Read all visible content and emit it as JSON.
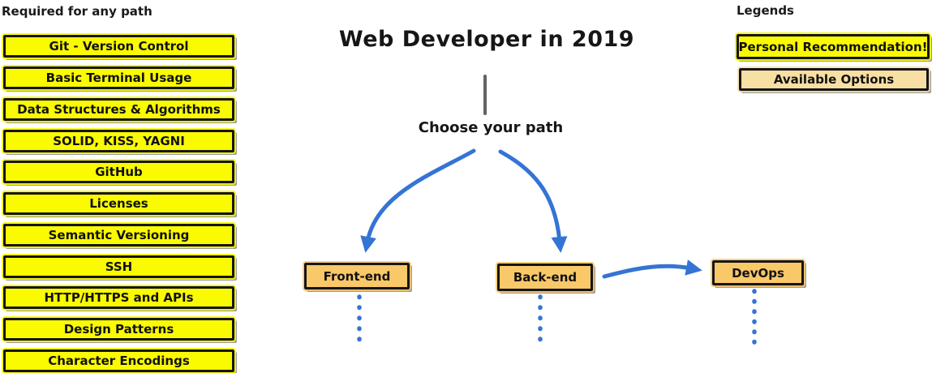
{
  "required": {
    "heading": "Required for any path",
    "items": [
      "Git - Version Control",
      "Basic Terminal Usage",
      "Data Structures & Algorithms",
      "SOLID, KISS, YAGNI",
      "GitHub",
      "Licenses",
      "Semantic Versioning",
      "SSH",
      "HTTP/HTTPS and APIs",
      "Design Patterns",
      "Character Encodings"
    ]
  },
  "header": {
    "title": "Web Developer in 2019",
    "subtitle": "Choose your path"
  },
  "paths": {
    "frontend": "Front-end",
    "backend": "Back-end",
    "devops": "DevOps"
  },
  "legends": {
    "heading": "Legends",
    "personal": "Personal Recommendation!",
    "available": "Available Options"
  },
  "colors": {
    "yellow": "#FAFA00",
    "orange": "#F9C869",
    "tan": "#F8DFA3",
    "blue": "#3474D4",
    "line_gray": "#636363"
  }
}
